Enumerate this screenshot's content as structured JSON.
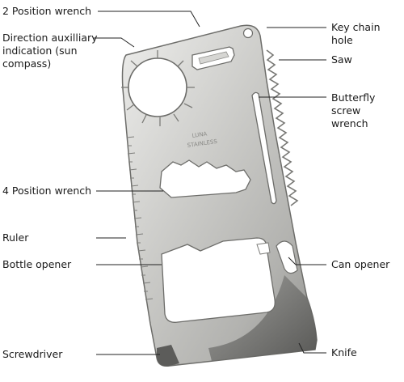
{
  "labels": {
    "two_position_wrench": "2 Position wrench",
    "direction_indication": "Direction auxilliary\nindication (sun\ncompass)",
    "key_chain_hole": "Key chain hole",
    "saw": "Saw",
    "butterfly_screw_wrench": "Butterfly screw\nwrench",
    "four_position_wrench": "4 Position wrench",
    "ruler": "Ruler",
    "bottle_opener": "Bottle opener",
    "can_opener": "Can opener",
    "screwdriver": "Screwdriver",
    "knife": "Knife"
  },
  "card_imprint": [
    "LUNA",
    "STAINLESS"
  ],
  "colors": {
    "steel_light": "#e4e4e2",
    "steel_mid": "#b9b9b6",
    "steel_dark": "#8d8d8a",
    "edge_shadow": "#5c5c5a",
    "leader_line": "#222222"
  }
}
